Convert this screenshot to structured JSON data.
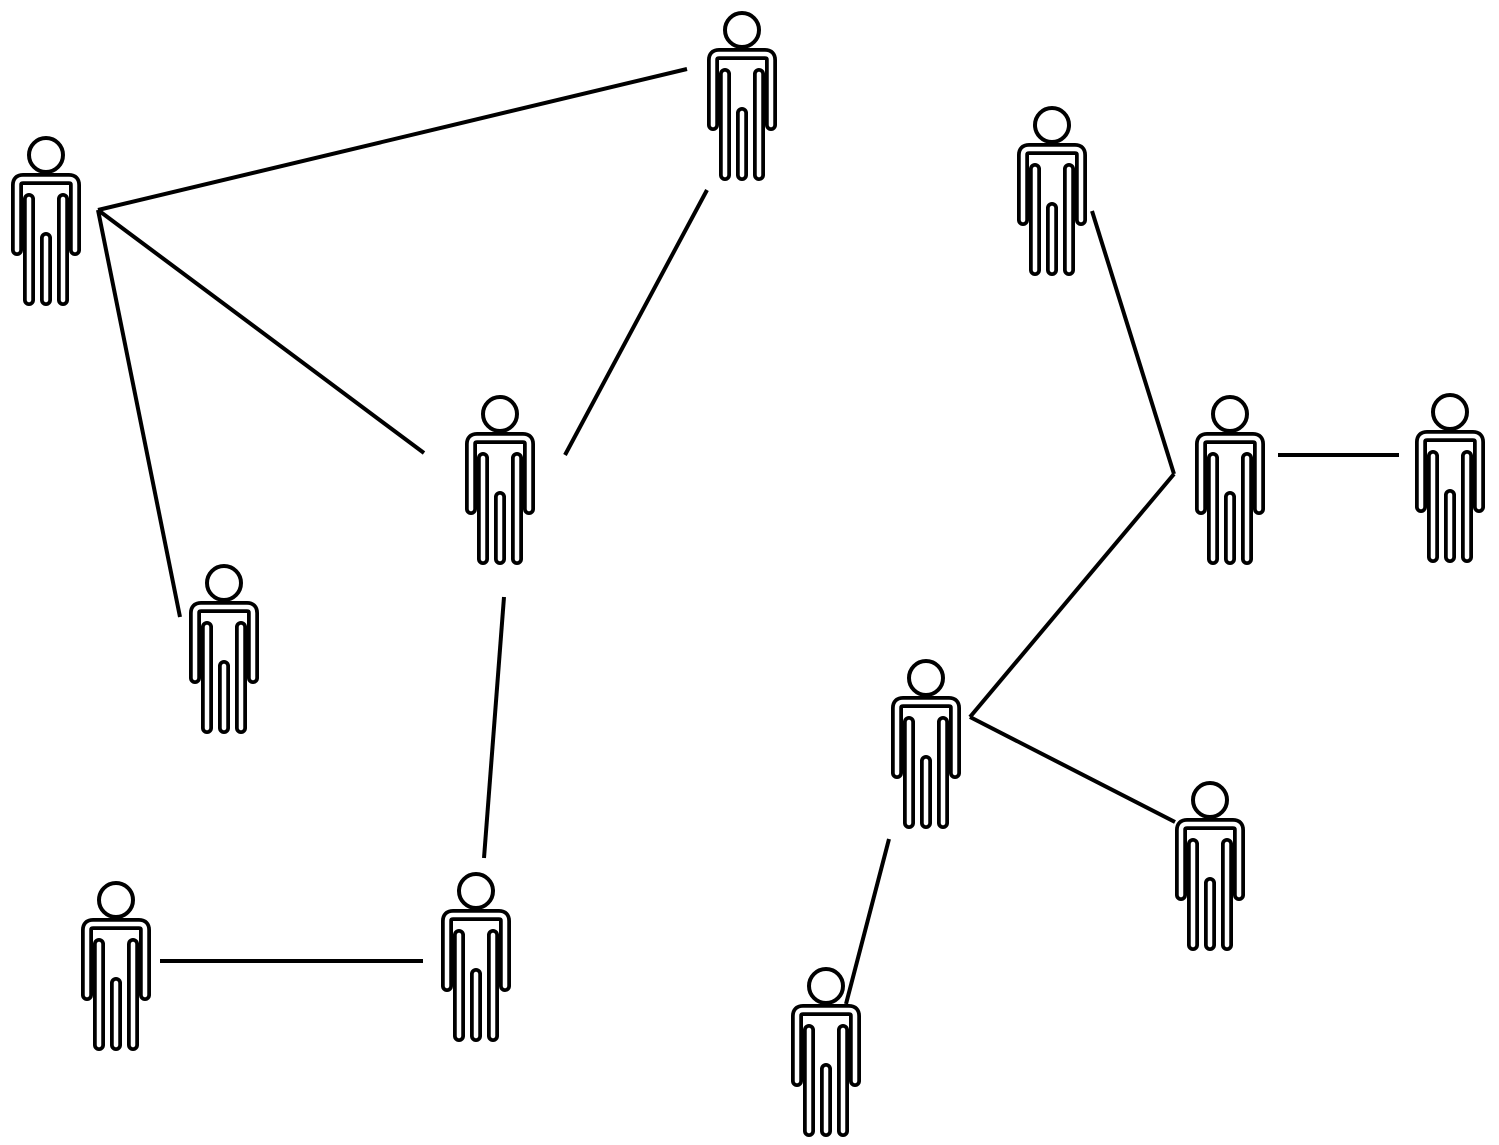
{
  "diagram": {
    "type": "network",
    "stroke_color": "#000000",
    "background_color": "#ffffff",
    "node_icon": "person-icon",
    "nodes": [
      {
        "id": "p1"
      },
      {
        "id": "p2"
      },
      {
        "id": "p3"
      },
      {
        "id": "p4"
      },
      {
        "id": "p5"
      },
      {
        "id": "p6"
      },
      {
        "id": "p7"
      },
      {
        "id": "p8"
      },
      {
        "id": "p9"
      },
      {
        "id": "p10"
      },
      {
        "id": "p11"
      },
      {
        "id": "p12"
      },
      {
        "id": "p13"
      }
    ],
    "edges": [
      {
        "from": "p1",
        "to": "p2"
      },
      {
        "from": "p1",
        "to": "p3"
      },
      {
        "from": "p1",
        "to": "p4"
      },
      {
        "from": "p2",
        "to": "p3"
      },
      {
        "from": "p3",
        "to": "p5"
      },
      {
        "from": "p6",
        "to": "p5"
      },
      {
        "from": "p7",
        "to": "p8"
      },
      {
        "from": "p8",
        "to": "p9"
      },
      {
        "from": "p8",
        "to": "p10"
      },
      {
        "from": "p10",
        "to": "p11"
      },
      {
        "from": "p10",
        "to": "p12"
      }
    ]
  }
}
